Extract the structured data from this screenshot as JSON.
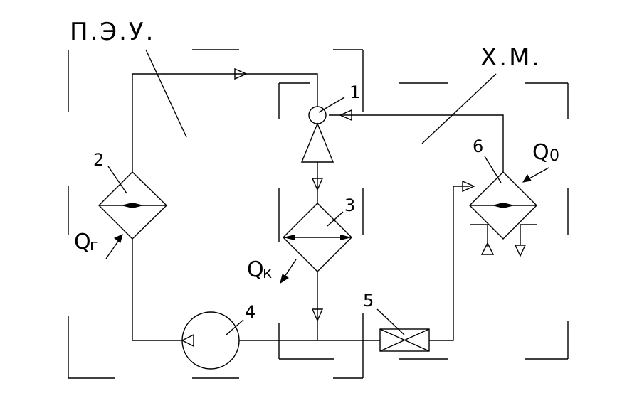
{
  "titles": {
    "power_unit": "П.Э.У.",
    "refrigeration_machine": "Х.М."
  },
  "components": {
    "compressor": "1",
    "heater": "2",
    "condenser": "3",
    "pump": "4",
    "throttle": "5",
    "evaporator": "6"
  },
  "heat_flows": {
    "heater": {
      "symbol": "Q",
      "sub": "г"
    },
    "condenser": {
      "symbol": "Q",
      "sub": "к"
    },
    "evaporator": {
      "symbol": "Q",
      "sub": "0"
    }
  }
}
